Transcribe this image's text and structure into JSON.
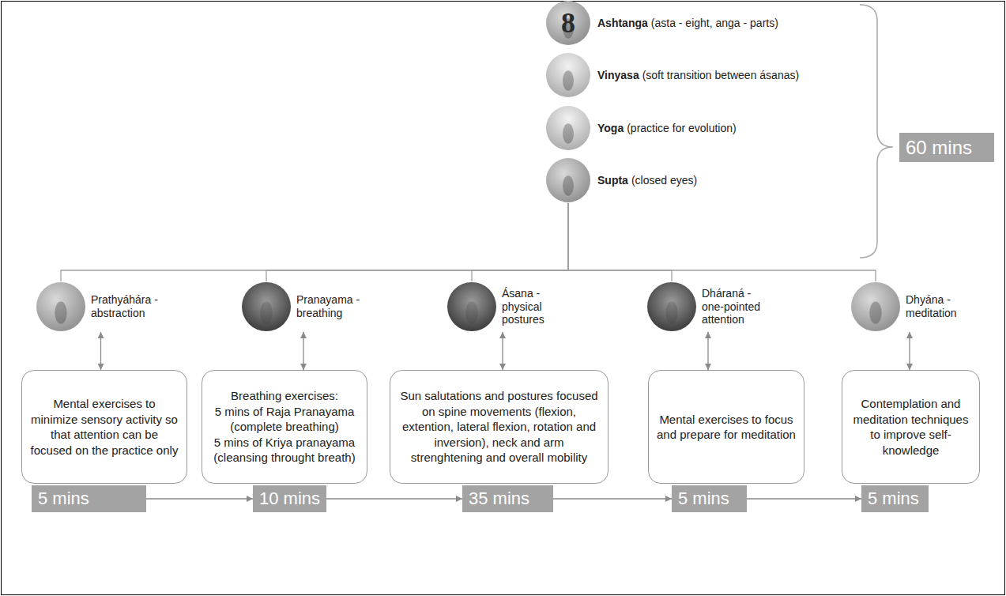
{
  "diagram": {
    "nodes": [
      {
        "text": [
          "Ashtanga",
          "(asta - eight, anga - parts)"
        ]
      },
      {
        "text": [
          "Vinyasa",
          "(soft transition between ásanas)"
        ]
      },
      {
        "text": [
          "Yoga",
          "(practice for evolution)"
        ]
      },
      {
        "text": [
          "Supta",
          "(closed eyes)"
        ]
      },
      {
        "text": [
          "60 mins"
        ]
      },
      {
        "text": [
          "Prathyáhára - abstraction"
        ]
      },
      {
        "text": [
          "Pranayama - breathing"
        ]
      },
      {
        "text": [
          "Ásana - physical postures"
        ]
      },
      {
        "text": [
          "Dháraná - one-pointed attention"
        ]
      },
      {
        "text": [
          "Dhyána - meditation"
        ]
      },
      {
        "text": [
          "Mental exercises to minimize sensory activity so that attention can be focused on the practice only"
        ]
      },
      {
        "text": [
          "Breathing exercises:",
          "5 mins of Raja Pranayama (complete breathing)",
          "5 mins of Kriya pranayama (cleansing throught breath)"
        ]
      },
      {
        "text": [
          "Sun salutations and postures focused on spine movements (flexion, extention, lateral flexion, rotation and inversion), neck and arm strenghtening and overall mobility"
        ]
      },
      {
        "text": [
          "Mental exercises to focus and prepare for meditation"
        ]
      },
      {
        "text": [
          "Contemplation and meditation techniques to improve self-knowledge"
        ]
      },
      {
        "text": [
          "5 mins"
        ]
      },
      {
        "text": [
          "10 mins"
        ]
      },
      {
        "text": [
          "35 mins"
        ]
      },
      {
        "text": [
          "5 mins"
        ]
      },
      {
        "text": [
          "5 mins"
        ]
      }
    ],
    "edges": [
      {
        "from": 3,
        "to": 5,
        "arrow": "none"
      },
      {
        "from": 3,
        "to": 6,
        "arrow": "none"
      },
      {
        "from": 3,
        "to": 7,
        "arrow": "none"
      },
      {
        "from": 3,
        "to": 8,
        "arrow": "none"
      },
      {
        "from": 3,
        "to": 9,
        "arrow": "none"
      },
      {
        "from": 5,
        "to": 10,
        "arrow": "both"
      },
      {
        "from": 6,
        "to": 11,
        "arrow": "both"
      },
      {
        "from": 7,
        "to": 12,
        "arrow": "both"
      },
      {
        "from": 8,
        "to": 13,
        "arrow": "both"
      },
      {
        "from": 9,
        "to": 14,
        "arrow": "both"
      },
      {
        "from": 15,
        "to": 16,
        "arrow": "to"
      },
      {
        "from": 16,
        "to": 17,
        "arrow": "to"
      },
      {
        "from": 17,
        "to": 18,
        "arrow": "to"
      },
      {
        "from": 18,
        "to": 19,
        "arrow": "to"
      }
    ],
    "labels": [
      "8"
    ]
  }
}
